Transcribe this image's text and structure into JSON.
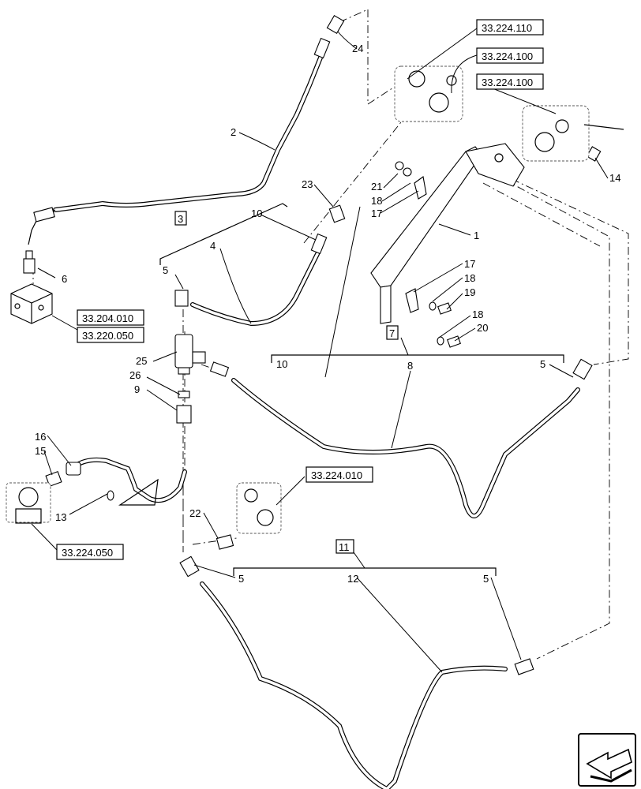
{
  "callouts": {
    "c1": "1",
    "c2": "2",
    "c3": "3",
    "c4": "4",
    "c5a": "5",
    "c5b": "5",
    "c5c": "5",
    "c5d": "5",
    "c6": "6",
    "c7": "7",
    "c8": "8",
    "c9": "9",
    "c10a": "10",
    "c10b": "10",
    "c11": "11",
    "c12": "12",
    "c13": "13",
    "c14": "14",
    "c15": "15",
    "c16": "16",
    "c17a": "17",
    "c17b": "17",
    "c18a": "18",
    "c18b": "18",
    "c18c": "18",
    "c19": "19",
    "c20": "20",
    "c21": "21",
    "c22": "22",
    "c23": "23",
    "c24": "24",
    "c25": "25",
    "c26": "26"
  },
  "references": {
    "r110": "33.224.110",
    "r100a": "33.224.100",
    "r100b": "33.224.100",
    "r204": "33.204.010",
    "r220": "33.220.050",
    "r010": "33.224.010",
    "r050": "33.224.050"
  },
  "nav_icon": "arrow-nav-icon"
}
